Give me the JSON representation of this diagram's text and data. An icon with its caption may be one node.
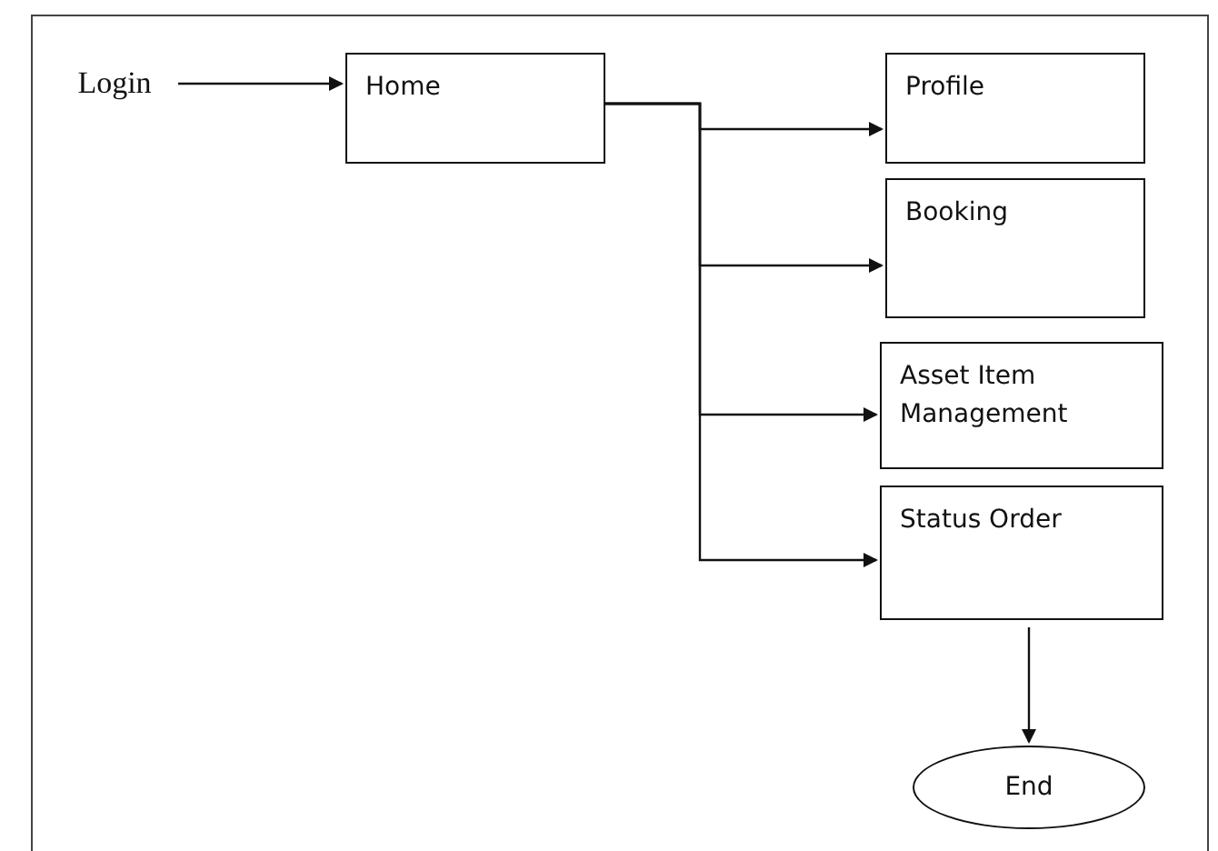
{
  "diagram": {
    "nodes": [
      {
        "text": [
          "Login"
        ]
      },
      {
        "text": [
          "Home"
        ]
      },
      {
        "text": [
          "Profile"
        ]
      },
      {
        "text": [
          "Booking"
        ]
      },
      {
        "text": [
          "Asset Item Management"
        ]
      },
      {
        "text": [
          "Status Order"
        ]
      },
      {
        "text": [
          "End"
        ]
      }
    ],
    "edges": [
      {
        "from": 0,
        "to": 1,
        "arrow": "to"
      },
      {
        "from": 1,
        "to": 2,
        "arrow": "to"
      },
      {
        "from": 1,
        "to": 3,
        "arrow": "to"
      },
      {
        "from": 1,
        "to": 4,
        "arrow": "to"
      },
      {
        "from": 1,
        "to": 5,
        "arrow": "to"
      },
      {
        "from": 5,
        "to": 6,
        "arrow": "to"
      }
    ]
  }
}
